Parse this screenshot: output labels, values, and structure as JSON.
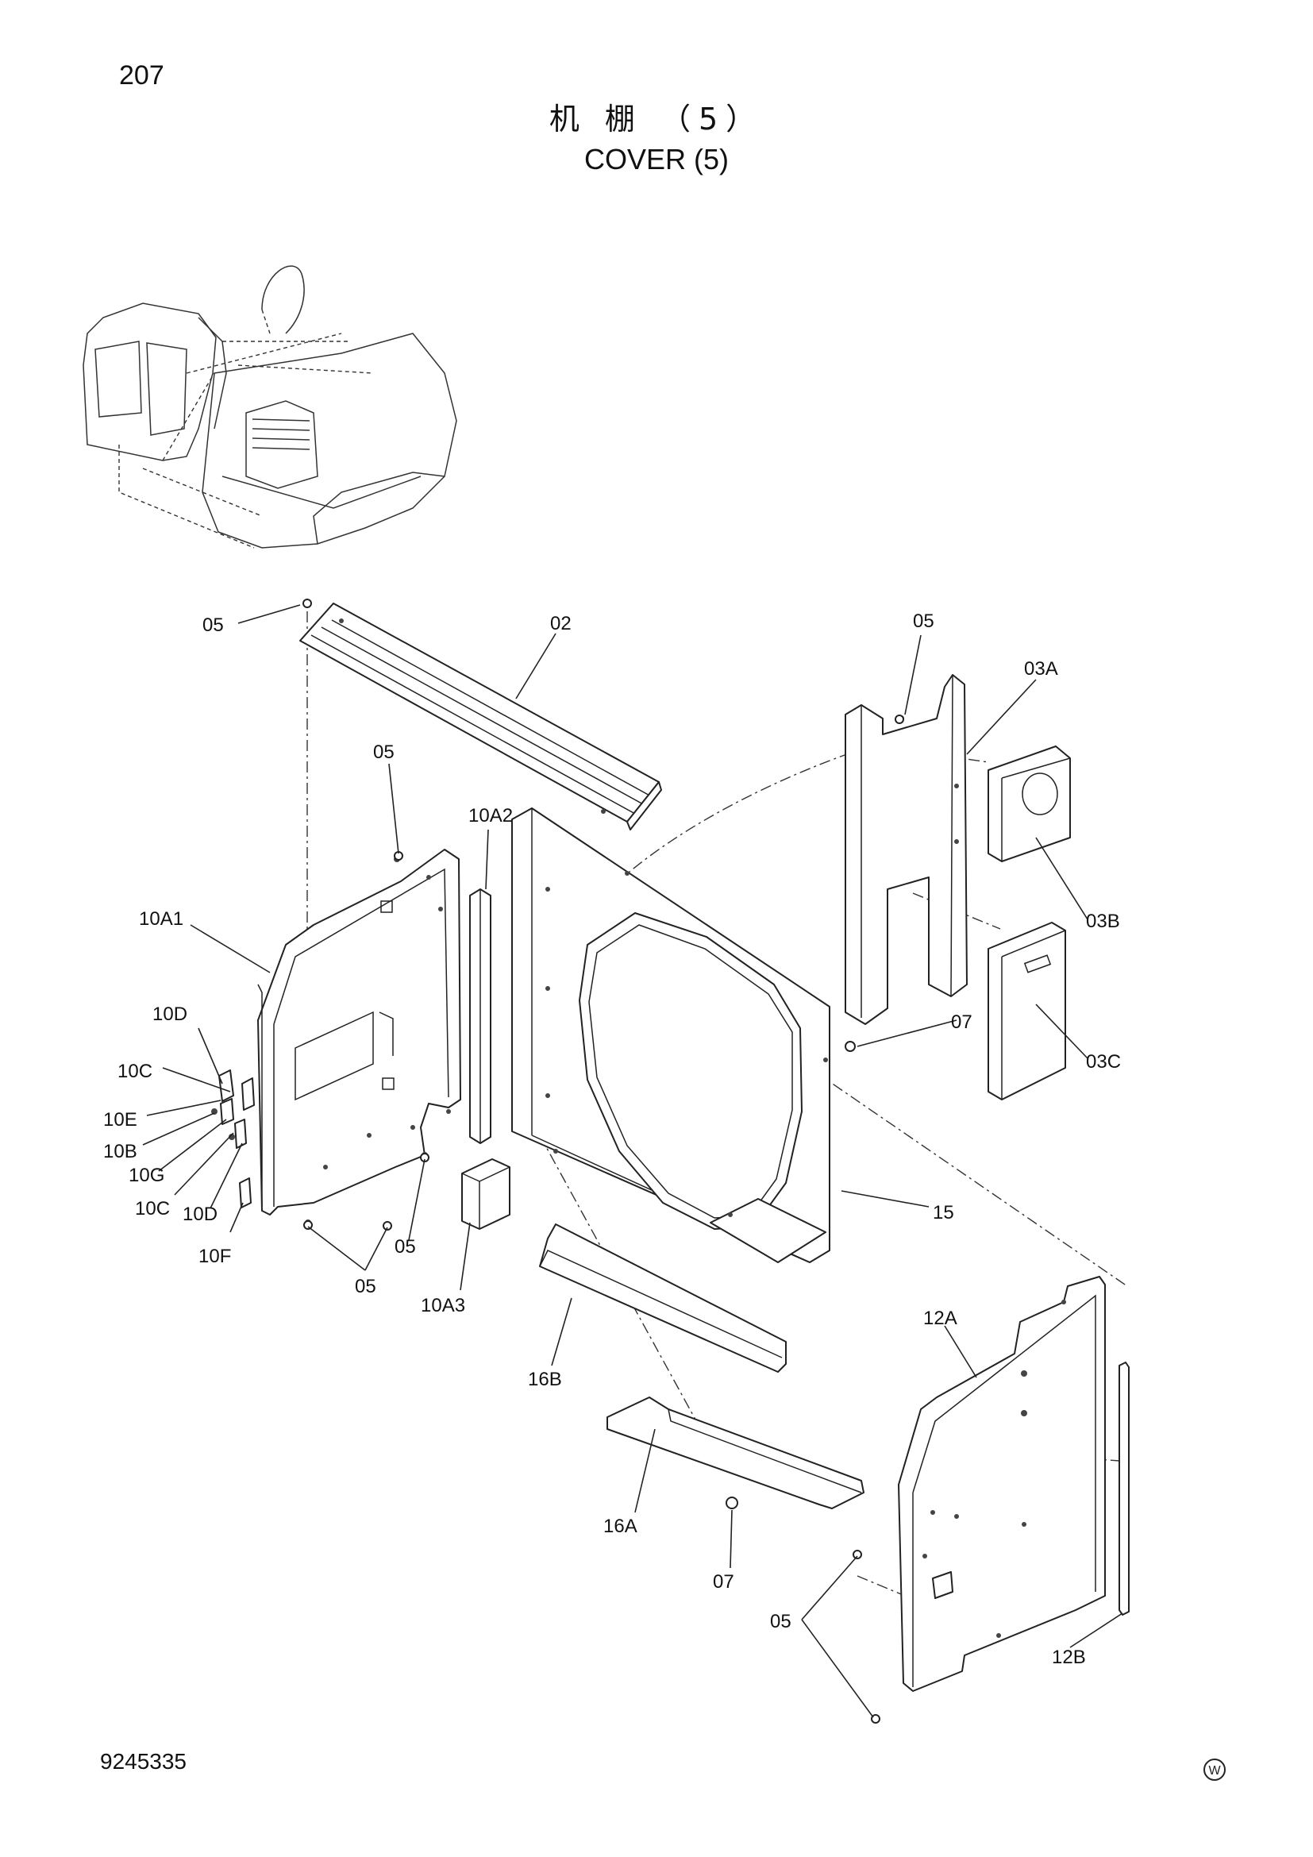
{
  "page_number": "207",
  "title_cn": "机 棚 （5）",
  "title_en": "COVER (5)",
  "doc_number": "9245335",
  "corner_mark": "W",
  "callouts": {
    "c02": "02",
    "c03A": "03A",
    "c03B": "03B",
    "c03C": "03C",
    "c05_top": "05",
    "c05_rail": "05",
    "c05_panel": "05",
    "c05_lower": "05",
    "c05_bottom": "05",
    "c05_right": "05",
    "c07_mid": "07",
    "c07_low": "07",
    "c10A1": "10A1",
    "c10A2": "10A2",
    "c10A3": "10A3",
    "c10B": "10B",
    "c10C_top": "10C",
    "c10C_low": "10C",
    "c10D_top": "10D",
    "c10D_low": "10D",
    "c10E": "10E",
    "c10F": "10F",
    "c10G": "10G",
    "c12A": "12A",
    "c12B": "12B",
    "c15": "15",
    "c16A": "16A",
    "c16B": "16B"
  }
}
